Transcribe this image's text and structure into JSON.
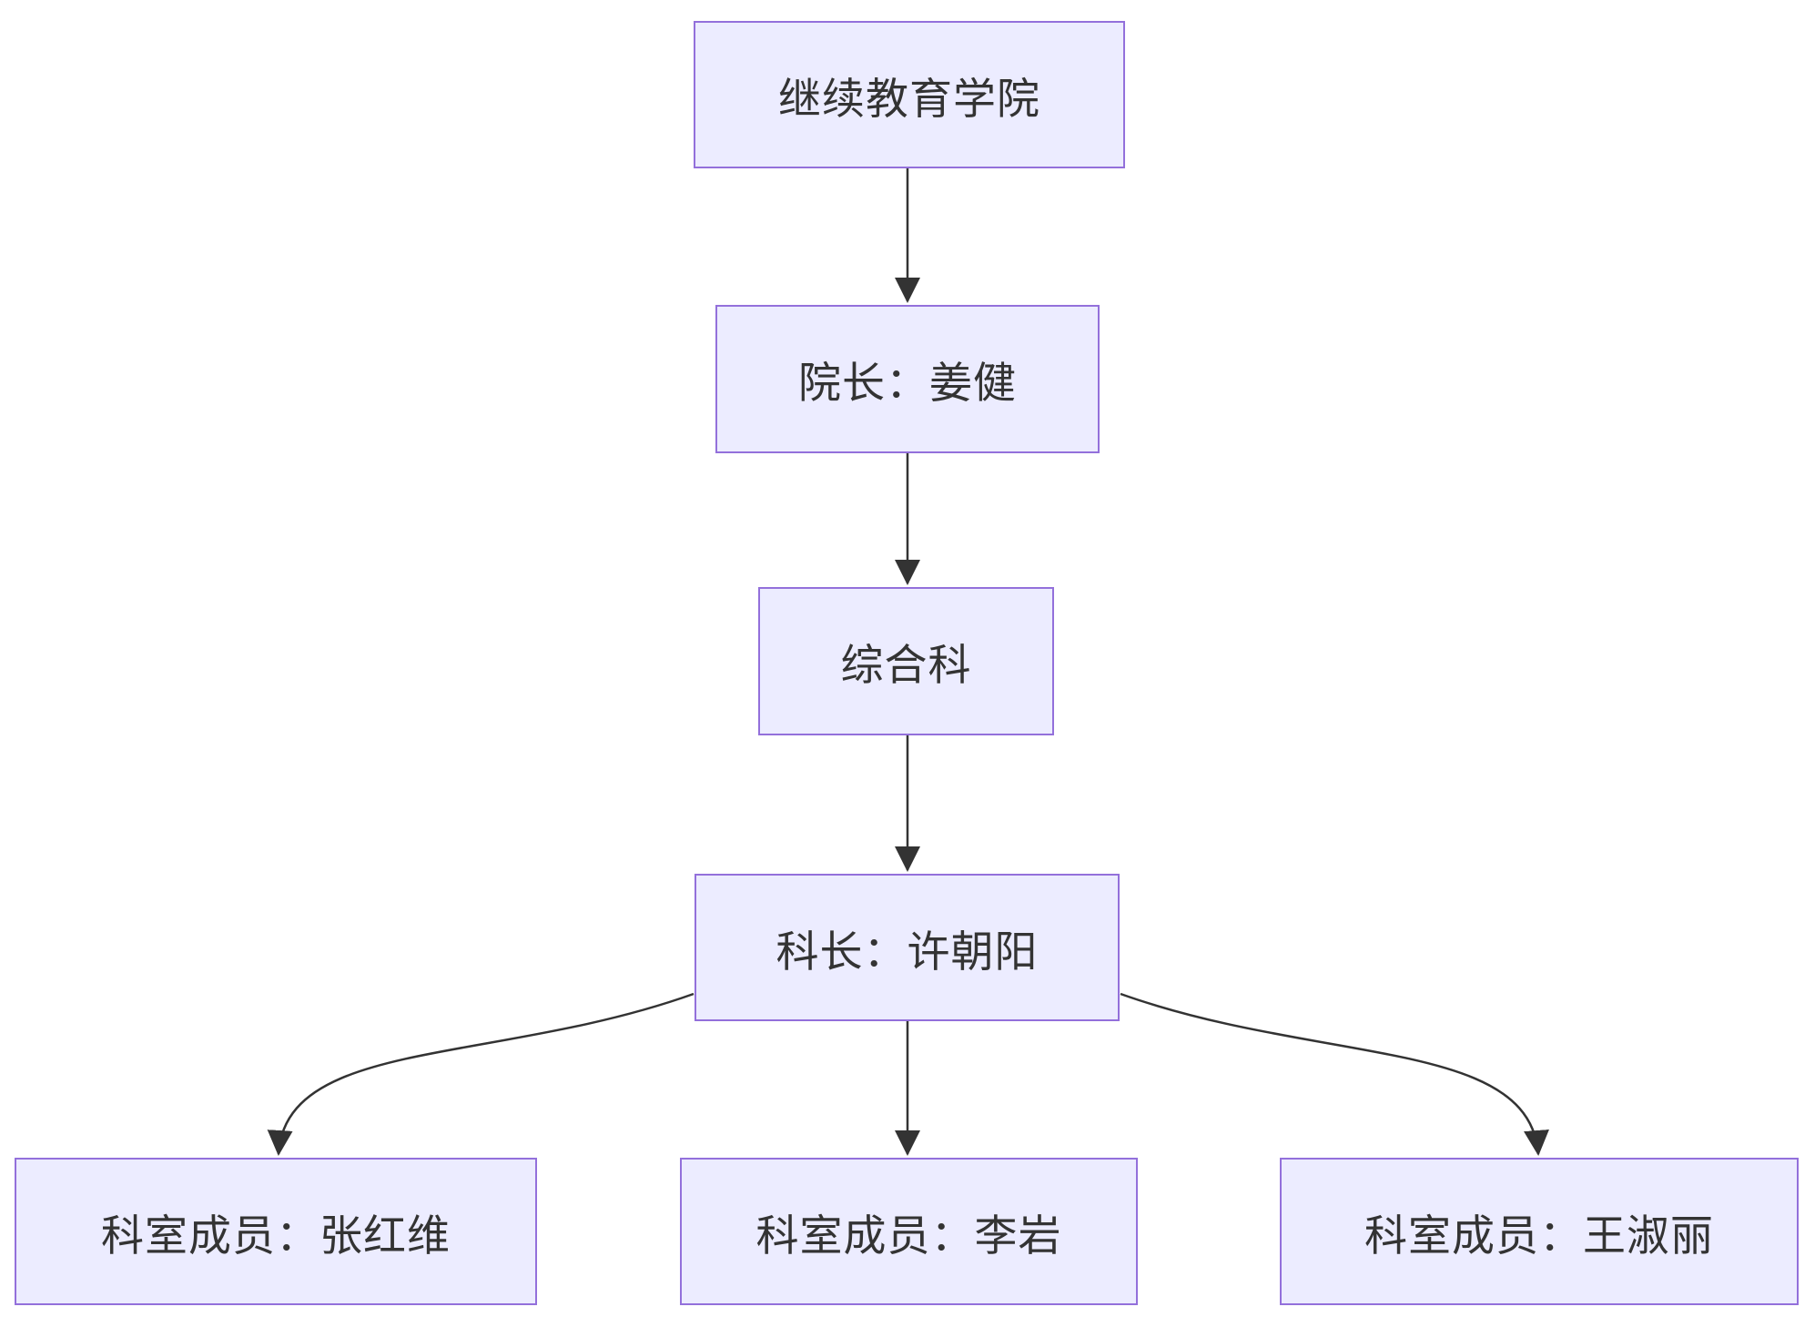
{
  "diagram": {
    "type": "flowchart-top-down",
    "colors": {
      "background": "#ffffff",
      "node_fill": "#ECECFF",
      "node_border": "#9370DB",
      "edge_line": "#333333",
      "text": "#333333"
    },
    "nodes": [
      {
        "id": "college",
        "label": "继续教育学院"
      },
      {
        "id": "dean",
        "label": "院长：姜健"
      },
      {
        "id": "section",
        "label": "综合科"
      },
      {
        "id": "chief",
        "label": "科长：许朝阳"
      },
      {
        "id": "member-1",
        "label": "科室成员：张红维"
      },
      {
        "id": "member-2",
        "label": "科室成员：李岩"
      },
      {
        "id": "member-3",
        "label": "科室成员：王淑丽"
      }
    ],
    "edges": [
      {
        "from": "college",
        "to": "dean",
        "style": "straight-arrow"
      },
      {
        "from": "dean",
        "to": "section",
        "style": "straight-arrow"
      },
      {
        "from": "section",
        "to": "chief",
        "style": "straight-arrow"
      },
      {
        "from": "chief",
        "to": "member-1",
        "style": "curved-arrow"
      },
      {
        "from": "chief",
        "to": "member-2",
        "style": "straight-arrow"
      },
      {
        "from": "chief",
        "to": "member-3",
        "style": "curved-arrow"
      }
    ]
  }
}
